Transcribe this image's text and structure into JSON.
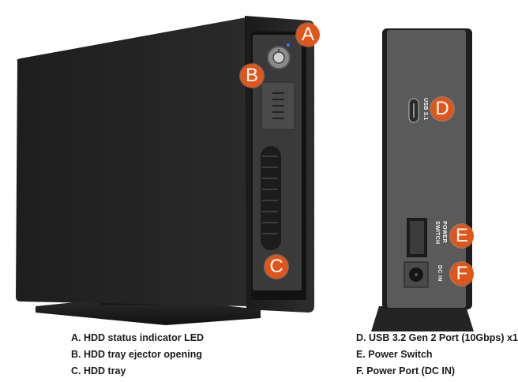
{
  "front_view": {
    "callouts": [
      {
        "letter": "A",
        "target": "HDD status indicator LED"
      },
      {
        "letter": "B",
        "target": "HDD tray ejector opening"
      },
      {
        "letter": "C",
        "target": "HDD tray"
      }
    ]
  },
  "rear_view": {
    "port_labels": {
      "usb": "USB 3.1",
      "power_switch_line1": "POWER",
      "power_switch_line2": "SWITCH",
      "dc_in": "DC IN"
    },
    "callouts": [
      {
        "letter": "D",
        "target": "USB 3.2 Gen 2 Port (10Gbps) x1"
      },
      {
        "letter": "E",
        "target": "Power Switch"
      },
      {
        "letter": "F",
        "target": "Power Port (DC IN)"
      }
    ]
  },
  "legend": {
    "left": [
      "A. HDD status indicator LED",
      "B. HDD tray ejector opening",
      "C. HDD tray"
    ],
    "right": [
      "D. USB 3.2 Gen 2 Port (10Gbps) x1",
      "E. Power Switch",
      "F. Power Port (DC IN)"
    ]
  },
  "colors": {
    "callout": "#e0561a",
    "enclosure": "#242424",
    "rear_panel": "#5a5a5a",
    "led": "#2a7fff"
  }
}
